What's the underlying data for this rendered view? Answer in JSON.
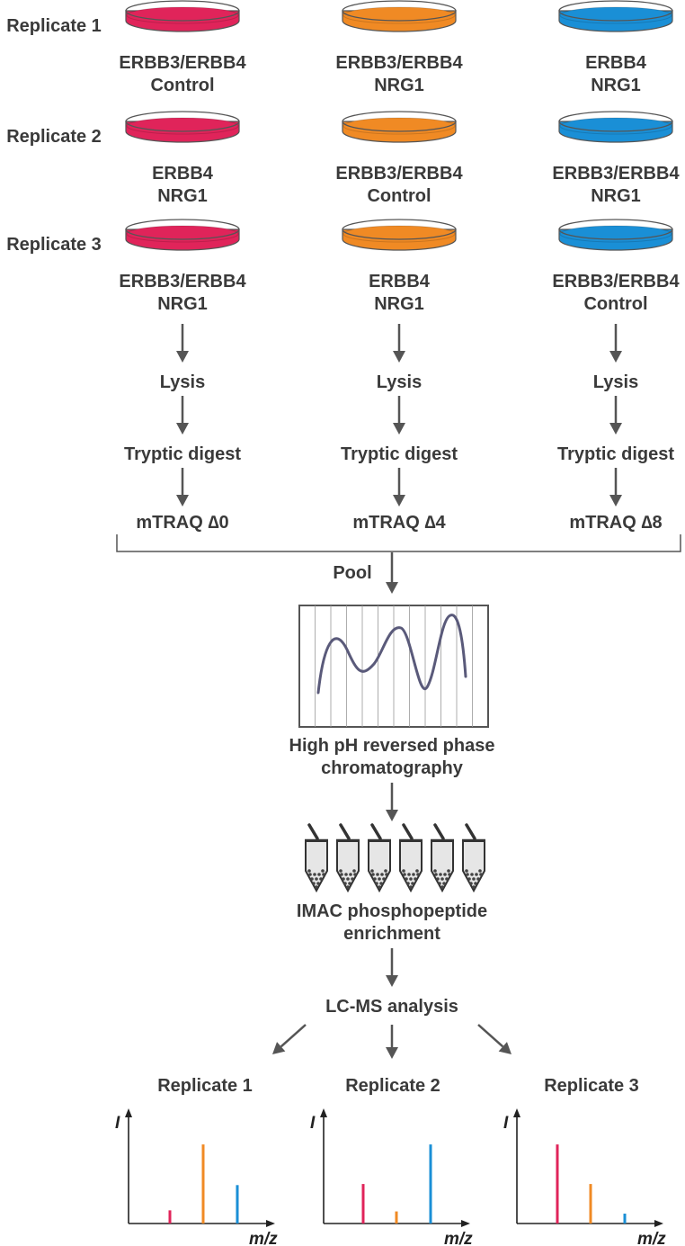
{
  "colors": {
    "red": "#e0245a",
    "orange": "#f08a24",
    "blue": "#1a8fd6",
    "text": "#3a3a3a",
    "arrow": "#555555"
  },
  "replicates": [
    {
      "label": "Replicate 1",
      "dishes": [
        {
          "color": "red",
          "line1": "ERBB3/ERBB4",
          "line2": "Control"
        },
        {
          "color": "orange",
          "line1": "ERBB3/ERBB4",
          "line2": "NRG1"
        },
        {
          "color": "blue",
          "line1": "ERBB4",
          "line2": "NRG1"
        }
      ]
    },
    {
      "label": "Replicate 2",
      "dishes": [
        {
          "color": "red",
          "line1": "ERBB4",
          "line2": "NRG1"
        },
        {
          "color": "orange",
          "line1": "ERBB3/ERBB4",
          "line2": "Control"
        },
        {
          "color": "blue",
          "line1": "ERBB3/ERBB4",
          "line2": "NRG1"
        }
      ]
    },
    {
      "label": "Replicate 3",
      "dishes": [
        {
          "color": "red",
          "line1": "ERBB3/ERBB4",
          "line2": "NRG1"
        },
        {
          "color": "orange",
          "line1": "ERBB4",
          "line2": "NRG1"
        },
        {
          "color": "blue",
          "line1": "ERBB3/ERBB4",
          "line2": "Control"
        }
      ]
    }
  ],
  "steps": {
    "lysis": "Lysis",
    "digest": "Tryptic digest",
    "pool": "Pool"
  },
  "labels": [
    {
      "text": "mTRAQ ∆0",
      "color": "red"
    },
    {
      "text": "mTRAQ ∆4",
      "color": "orange"
    },
    {
      "text": "mTRAQ ∆8",
      "color": "blue"
    }
  ],
  "chromatography": {
    "line1": "High pH reversed phase",
    "line2": "chromatography"
  },
  "imac": {
    "line1": "IMAC phosphopeptide",
    "line2": "enrichment",
    "tube_count": 6
  },
  "lcms": "LC-MS analysis",
  "spectra": [
    {
      "title": "Replicate 1",
      "ylabel": "I",
      "xlabel": "m/z",
      "peaks": [
        {
          "color": "red",
          "intensity": 0.12
        },
        {
          "color": "orange",
          "intensity": 0.72
        },
        {
          "color": "blue",
          "intensity": 0.35
        }
      ]
    },
    {
      "title": "Replicate 2",
      "ylabel": "I",
      "xlabel": "m/z",
      "peaks": [
        {
          "color": "red",
          "intensity": 0.36
        },
        {
          "color": "orange",
          "intensity": 0.11
        },
        {
          "color": "blue",
          "intensity": 0.72
        }
      ]
    },
    {
      "title": "Replicate 3",
      "ylabel": "I",
      "xlabel": "m/z",
      "peaks": [
        {
          "color": "red",
          "intensity": 0.72
        },
        {
          "color": "orange",
          "intensity": 0.36
        },
        {
          "color": "blue",
          "intensity": 0.09
        }
      ]
    }
  ]
}
